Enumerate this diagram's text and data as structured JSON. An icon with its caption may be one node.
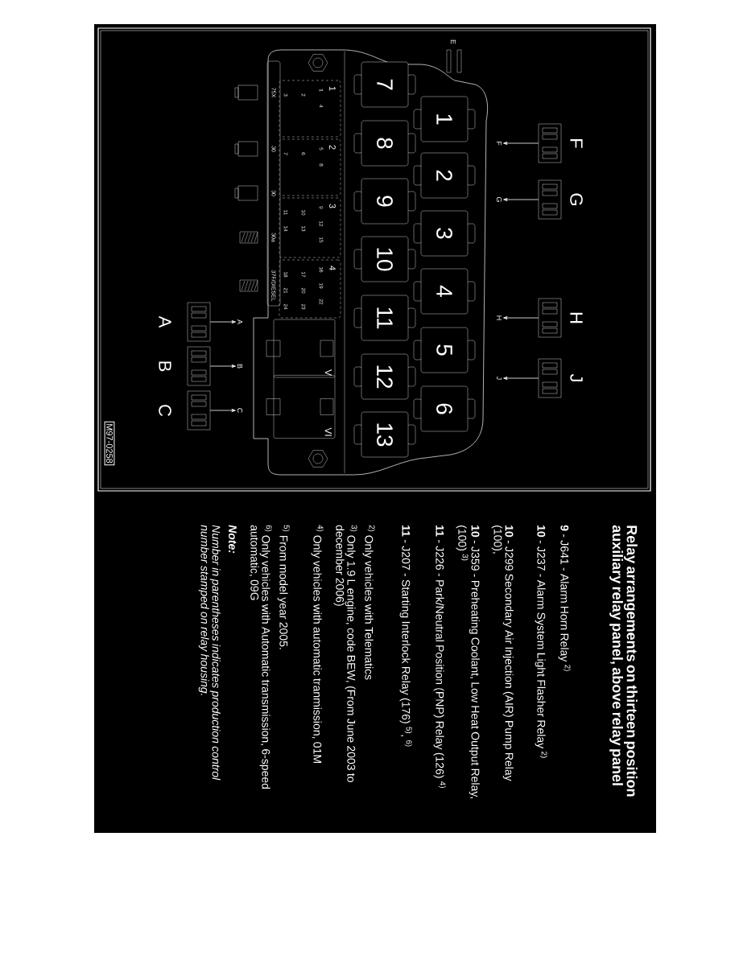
{
  "diagram": {
    "title": "Relay arrangements on thirteen position auxiliary relay panel, above relay panel",
    "nodes": [
      {
        "text": [
          "1"
        ]
      },
      {
        "text": [
          "2"
        ]
      },
      {
        "text": [
          "3"
        ]
      },
      {
        "text": [
          "4"
        ]
      },
      {
        "text": [
          "5"
        ]
      },
      {
        "text": [
          "6"
        ]
      },
      {
        "text": [
          "7"
        ]
      },
      {
        "text": [
          "8"
        ]
      },
      {
        "text": [
          "9"
        ]
      },
      {
        "text": [
          "10"
        ]
      },
      {
        "text": [
          "11"
        ]
      },
      {
        "text": [
          "12"
        ]
      },
      {
        "text": [
          "13"
        ]
      },
      {
        "text": [
          "1",
          "1",
          "2",
          "3",
          "4"
        ]
      },
      {
        "text": [
          "2",
          "5",
          "6",
          "7",
          "8"
        ]
      },
      {
        "text": [
          "3",
          "9",
          "10",
          "11",
          "12",
          "13",
          "14",
          "15"
        ]
      },
      {
        "text": [
          "4",
          "16",
          "17",
          "18",
          "19",
          "20",
          "21",
          "22",
          "23",
          "24"
        ]
      },
      {
        "text": [
          "V"
        ]
      },
      {
        "text": [
          "VI"
        ]
      },
      {
        "text": [
          "F"
        ]
      },
      {
        "text": [
          "G"
        ]
      },
      {
        "text": [
          "H"
        ]
      },
      {
        "text": [
          "J"
        ]
      },
      {
        "text": [
          "F"
        ]
      },
      {
        "text": [
          "G"
        ]
      },
      {
        "text": [
          "H"
        ]
      },
      {
        "text": [
          "J"
        ]
      },
      {
        "text": [
          "A"
        ]
      },
      {
        "text": [
          "B"
        ]
      },
      {
        "text": [
          "C"
        ]
      },
      {
        "text": [
          "A"
        ]
      },
      {
        "text": [
          "B"
        ]
      },
      {
        "text": [
          "C"
        ]
      },
      {
        "text": [
          "M97-0258"
        ]
      }
    ],
    "edges": [
      {
        "from": 19,
        "to": 23,
        "arrow": "to"
      },
      {
        "from": 20,
        "to": 24,
        "arrow": "to"
      },
      {
        "from": 21,
        "to": 25,
        "arrow": "to"
      },
      {
        "from": 22,
        "to": 26,
        "arrow": "to"
      },
      {
        "from": 27,
        "to": 30,
        "arrow": "to"
      },
      {
        "from": 28,
        "to": 31,
        "arrow": "to"
      },
      {
        "from": 29,
        "to": 32,
        "arrow": "to"
      }
    ],
    "labels": [
      "E",
      "75X",
      "30",
      "30",
      "30a",
      "37F/DIESEL",
      "**9** - J641 - Alarm Horn Relay $^{2)}$",
      "**10** - J237 - Alarm System Light Flasher Relay $^{2)}$",
      "**10** - J299 Secondary Air Injection (AIR) Pump Relay (100),",
      "**10** - J359 - Preheating Coolant, Low Heat Output Relay, (100) $^{3)}$",
      "**11** - J226 - Park/Neutral Position (PNP) Relay (126) $^{4)}$",
      "**11** - J207 - Starting Interlock Relay (176) $^{5)}$, $^{6)}$",
      "$^{2)}$ Only vehicles with Telematics",
      "$^{3)}$ Only 1.9 L engine, code BEW, (From June 2003 to december 2006)",
      "$^{4)}$ Only vehicles with automatic tranmission, 01M",
      "$^{5)}$ From model year 2005.",
      "$^{6)}$ Only vehicles with Automatic transmission, 6-speed automatic, 09G",
      "Note:",
      "Number in parentheses indicates production control number stamped on relay housing."
    ]
  }
}
